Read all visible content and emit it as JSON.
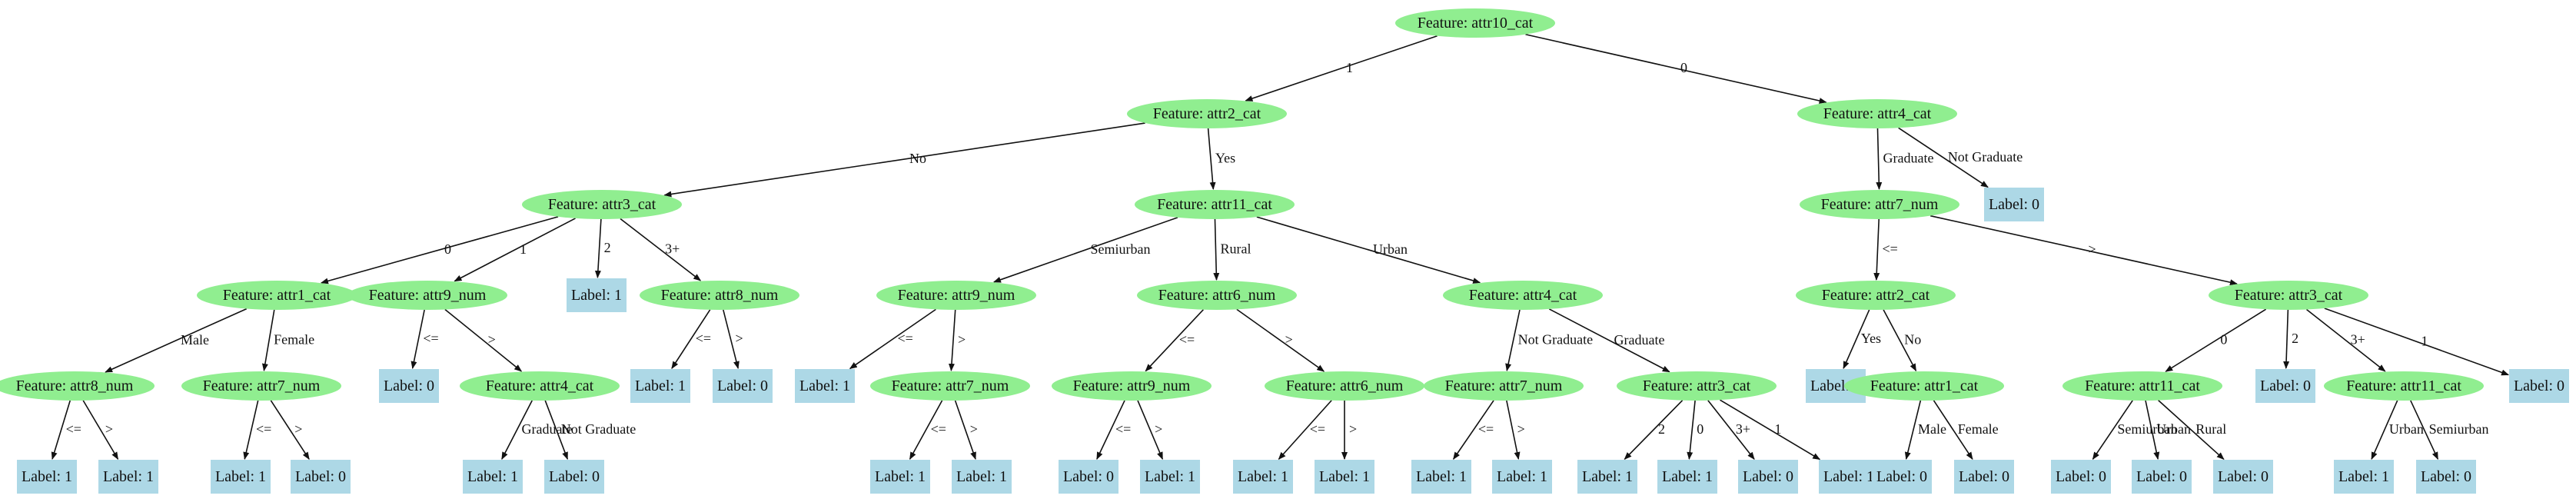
{
  "colors": {
    "feature_fill": "#90EE90",
    "leaf_fill": "#ADD8E6",
    "line": "#111111"
  },
  "nodes": {
    "n0": "Feature: attr10_cat",
    "n1": "Feature: attr2_cat",
    "n2": "Feature: attr4_cat",
    "n3": "Feature: attr3_cat",
    "n4": "Feature: attr11_cat",
    "n5": "Feature: attr7_num",
    "n6": "Label: 0",
    "n7": "Feature: attr1_cat",
    "n8": "Feature: attr9_num",
    "n9": "Label: 1",
    "n10": "Feature: attr8_num",
    "n11": "Feature: attr9_num",
    "n12": "Feature: attr6_num",
    "n13": "Feature: attr4_cat",
    "n14": "Feature: attr2_cat",
    "n15": "Feature: attr3_cat",
    "n16": "Feature: attr8_num",
    "n17": "Feature: attr7_num",
    "n18": "Label: 0",
    "n19": "Feature: attr4_cat",
    "n20": "Label: 1",
    "n21": "Label: 0",
    "n22": "Label: 1",
    "n23": "Feature: attr7_num",
    "n24": "Feature: attr9_num",
    "n25": "Feature: attr6_num",
    "n26": "Feature: attr7_num",
    "n27": "Feature: attr3_cat",
    "n28": "Label: 0",
    "n29": "Feature: attr1_cat",
    "n30": "Feature: attr11_cat",
    "n31": "Label: 0",
    "n32": "Feature: attr11_cat",
    "n33": "Label: 0",
    "n34": "Label: 1",
    "n35": "Label: 1",
    "n36": "Label: 1",
    "n37": "Label: 0",
    "n38": "Label: 1",
    "n39": "Label: 0",
    "n40": "Label: 1",
    "n41": "Label: 1",
    "n42": "Label: 0",
    "n43": "Label: 1",
    "n44": "Label: 1",
    "n45": "Label: 1",
    "n46": "Label: 1",
    "n47": "Label: 1",
    "n48": "Label: 1",
    "n49": "Label: 1",
    "n50": "Label: 0",
    "n51": "Label: 1",
    "n52": "Label: 0",
    "n53": "Label: 0",
    "n54": "Label: 0",
    "n55": "Label: 0",
    "n56": "Label: 0",
    "n57": "Label: 1",
    "n58": "Label: 0"
  },
  "edges": {
    "e_n0_n1": "1",
    "e_n0_n2": "0",
    "e_n1_n3": "No",
    "e_n1_n4": "Yes",
    "e_n2_n5": "Graduate",
    "e_n2_n6": "Not Graduate",
    "e_n3_n7": "0",
    "e_n3_n8": "1",
    "e_n3_n9": "2",
    "e_n3_n10": "3+",
    "e_n4_n11": "Semiurban",
    "e_n4_n12": "Rural",
    "e_n4_n13": "Urban",
    "e_n5_n14": "<=",
    "e_n5_n15": ">",
    "e_n7_n16": "Male",
    "e_n7_n17": "Female",
    "e_n8_n18": "<=",
    "e_n8_n19": ">",
    "e_n10_n20": "<=",
    "e_n10_n21": ">",
    "e_n11_n22": "<=",
    "e_n11_n23": ">",
    "e_n12_n24": "<=",
    "e_n12_n25": ">",
    "e_n13_n26": "Not Graduate",
    "e_n13_n27": "Graduate",
    "e_n14_n28": "Yes",
    "e_n14_n29": "No",
    "e_n15_n30": "0",
    "e_n15_n31": "2",
    "e_n15_n32": "3+",
    "e_n15_n33": "1",
    "e_n16_n34": "<=",
    "e_n16_n35": ">",
    "e_n17_n36": "<=",
    "e_n17_n37": ">",
    "e_n19_n38": "Graduate",
    "e_n19_n39": "Not Graduate",
    "e_n23_n40": "<=",
    "e_n23_n41": ">",
    "e_n24_n42": "<=",
    "e_n24_n43": ">",
    "e_n25_n44": "<=",
    "e_n25_n45": ">",
    "e_n26_n46": "<=",
    "e_n26_n47": ">",
    "e_n27_n48": "2",
    "e_n27_n49": "0",
    "e_n27_n50": "3+",
    "e_n27_n51": "1",
    "e_n29_n52": "Male",
    "e_n29_n53": "Female",
    "e_n30_n54": "Semiurban",
    "e_n30_n55": "Urban",
    "e_n30_n56": "Rural",
    "e_n32_n57": "Urban",
    "e_n32_n58": "Semiurban"
  }
}
